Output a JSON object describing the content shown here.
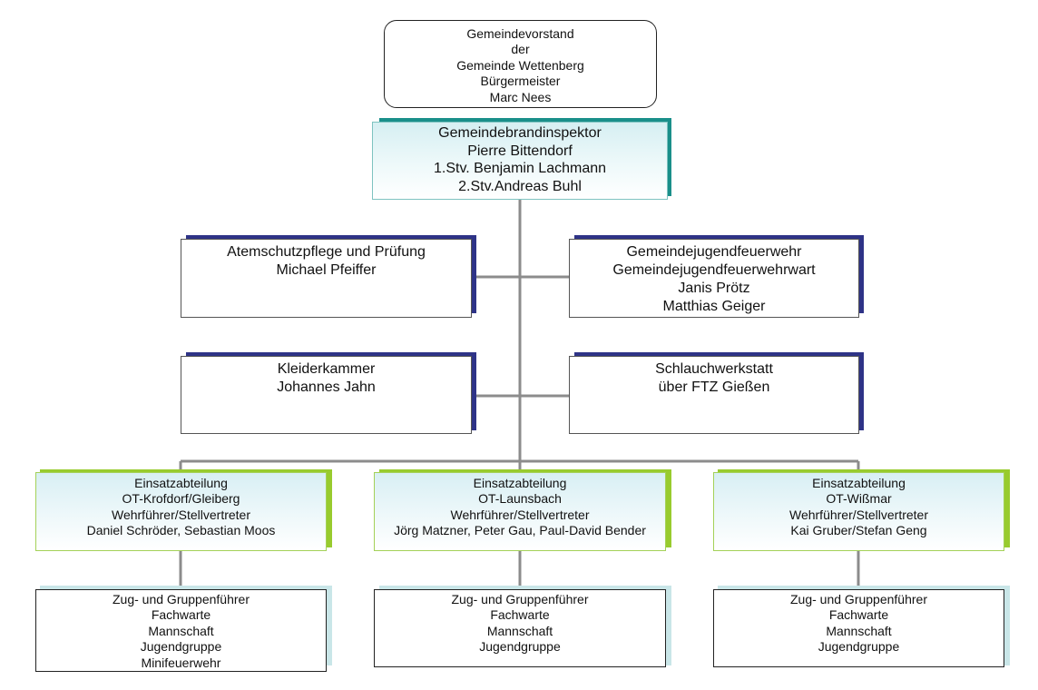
{
  "top": {
    "lines": [
      "Gemeindevorstand",
      "der",
      "Gemeinde Wettenberg",
      "Bürgermeister",
      "Marc Nees"
    ]
  },
  "inspektor": {
    "lines": [
      "Gemeindebrandinspektor",
      "Pierre Bittendorf",
      "1.Stv. Benjamin Lachmann",
      "2.Stv.Andreas Buhl"
    ]
  },
  "atemschutz": {
    "lines": [
      "Atemschutzpflege und Prüfung",
      "Michael Pfeiffer"
    ]
  },
  "jugend": {
    "lines": [
      "Gemeindejugendfeuerwehr",
      "Gemeindejugendfeuerwehrwart",
      "Janis Prötz",
      "Matthias Geiger"
    ]
  },
  "kleider": {
    "lines": [
      "Kleiderkammer",
      "Johannes Jahn"
    ]
  },
  "schlauch": {
    "lines": [
      "Schlauchwerkstatt",
      "über FTZ Gießen"
    ]
  },
  "einsatz": [
    {
      "lines": [
        "Einsatzabteilung",
        "OT-Krofdorf/Gleiberg",
        "Wehrführer/Stellvertreter",
        "Daniel Schröder, Sebastian Moos"
      ]
    },
    {
      "lines": [
        "Einsatzabteilung",
        "OT-Launsbach",
        "Wehrführer/Stellvertreter",
        "Jörg Matzner, Peter Gau, Paul-David Bender"
      ]
    },
    {
      "lines": [
        "Einsatzabteilung",
        "OT-Wißmar",
        "Wehrführer/Stellvertreter",
        "Kai Gruber/Stefan Geng"
      ]
    }
  ],
  "gruppen": [
    {
      "lines": [
        "Zug- und Gruppenführer",
        "Fachwarte",
        "Mannschaft",
        "Jugendgruppe",
        "Minifeuerwehr"
      ]
    },
    {
      "lines": [
        "Zug- und Gruppenführer",
        "Fachwarte",
        "Mannschaft",
        "Jugendgruppe"
      ]
    },
    {
      "lines": [
        "Zug- und Gruppenführer",
        "Fachwarte",
        "Mannschaft",
        "Jugendgruppe"
      ]
    }
  ],
  "colors": {
    "connector": "#8c8c8c",
    "teal_accent": "#1a8f8a",
    "navy_accent": "#2e3387",
    "green_accent": "#98cb2e"
  }
}
